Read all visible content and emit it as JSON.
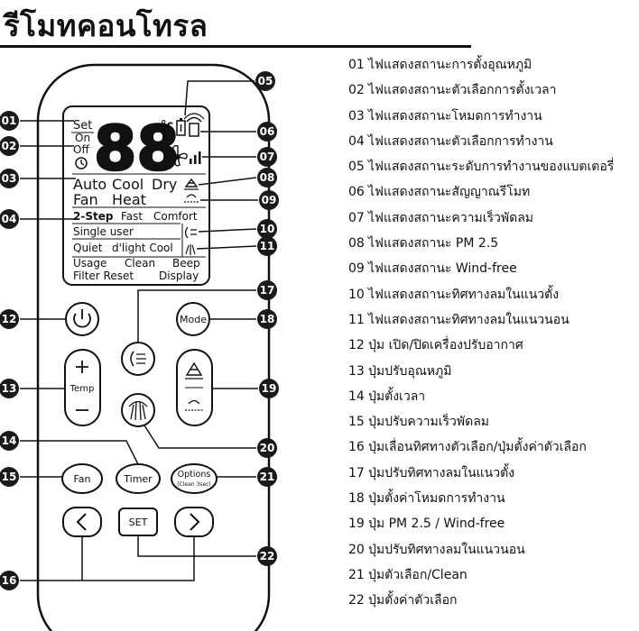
{
  "title": "รีโมทคอนโทรล",
  "lcd": {
    "set": "Set",
    "on": "On",
    "off": "Off",
    "digits": "88",
    "degree": "°c",
    "hr": "hr",
    "auto": "Auto",
    "cool": "Cool",
    "dry": "Dry",
    "fan": "Fan",
    "heat": "Heat",
    "two_step": "2-Step",
    "fast": "Fast",
    "comfort": "Comfort",
    "single_user": "Single user",
    "quiet": "Quiet",
    "dlight_cool": "d'light Cool",
    "usage": "Usage",
    "clean": "Clean",
    "beep": "Beep",
    "filter_reset": "Filter Reset",
    "display": "Display"
  },
  "buttons": {
    "mode": "Mode",
    "temp": "Temp",
    "fan": "Fan",
    "timer": "Timer",
    "options": "Options",
    "options_sub": "(Clean 3sec)",
    "set": "SET"
  },
  "callouts": [
    "01",
    "02",
    "03",
    "04",
    "05",
    "06",
    "07",
    "08",
    "09",
    "10",
    "11",
    "12",
    "13",
    "14",
    "15",
    "16",
    "17",
    "18",
    "19",
    "20",
    "21",
    "22"
  ],
  "legend": [
    {
      "num": "01",
      "text": "ไฟแสดงสถานะการตั้งอุณหภูมิ"
    },
    {
      "num": "02",
      "text": "ไฟแสดงสถานะตัวเลือกการตั้งเวลา"
    },
    {
      "num": "03",
      "text": "ไฟแสดงสถานะโหมดการทำงาน"
    },
    {
      "num": "04",
      "text": "ไฟแสดงสถานะตัวเลือกการทำงาน"
    },
    {
      "num": "05",
      "text": "ไฟแสดงสถานะระดับการทำงานของแบตเตอรี่"
    },
    {
      "num": "06",
      "text": "ไฟแสดงสถานะสัญญาณรีโมท"
    },
    {
      "num": "07",
      "text": "ไฟแสดงสถานะความเร็วพัดลม"
    },
    {
      "num": "08",
      "text": "ไฟแสดงสถานะ PM 2.5"
    },
    {
      "num": "09",
      "text": "ไฟแสดงสถานะ Wind-free"
    },
    {
      "num": "10",
      "text": "ไฟแสดงสถานะทิศทางลมในแนวตั้ง"
    },
    {
      "num": "11",
      "text": "ไฟแสดงสถานะทิศทางลมในแนวนอน"
    },
    {
      "num": "12",
      "text": "ปุ่ม เปิด/ปิดเครื่องปรับอากาศ"
    },
    {
      "num": "13",
      "text": "ปุ่มปรับอุณหภูมิ"
    },
    {
      "num": "14",
      "text": "ปุ่มตั้งเวลา"
    },
    {
      "num": "15",
      "text": "ปุ่มปรับความเร็วพัดลม"
    },
    {
      "num": "16",
      "text": "ปุ่มเลื่อนทิศทางตัวเลือก/ปุ่มตั้งค่าตัวเลือก"
    },
    {
      "num": "17",
      "text": "ปุ่มปรับทิศทางลมในแนวตั้ง"
    },
    {
      "num": "18",
      "text": "ปุ่มตั้งค่าโหมดการทำงาน"
    },
    {
      "num": "19",
      "text": "ปุ่ม PM 2.5 / Wind-free"
    },
    {
      "num": "20",
      "text": "ปุ่มปรับทิศทางลมในแนวนอน"
    },
    {
      "num": "21",
      "text": "ปุ่มตัวเลือก/Clean"
    },
    {
      "num": "22",
      "text": "ปุ่มตั้งค่าตัวเลือก"
    }
  ]
}
